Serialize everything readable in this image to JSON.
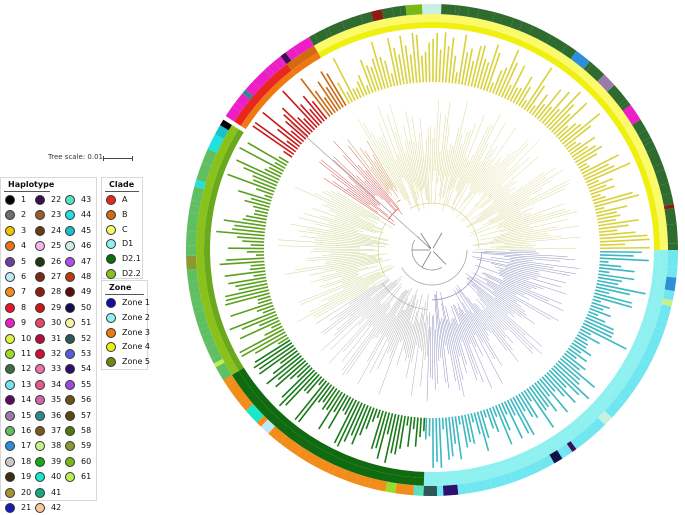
{
  "scale": {
    "label": "Tree scale: 0.01"
  },
  "haplotype_legend": {
    "title": "Haplotype",
    "items": [
      {
        "label": "1",
        "color": "#000000"
      },
      {
        "label": "2",
        "color": "#6e6e6e"
      },
      {
        "label": "3",
        "color": "#f2c200"
      },
      {
        "label": "4",
        "color": "#e8731c"
      },
      {
        "label": "5",
        "color": "#6a3fa0"
      },
      {
        "label": "6",
        "color": "#bfe8f5"
      },
      {
        "label": "7",
        "color": "#f28c1b"
      },
      {
        "label": "8",
        "color": "#e8162b"
      },
      {
        "label": "9",
        "color": "#ec1ec8"
      },
      {
        "label": "10",
        "color": "#d7f542"
      },
      {
        "label": "11",
        "color": "#9bdc2a"
      },
      {
        "label": "12",
        "color": "#3c6e3c"
      },
      {
        "label": "13",
        "color": "#6fe6f0"
      },
      {
        "label": "14",
        "color": "#5b0d5b"
      },
      {
        "label": "15",
        "color": "#9a7aa8"
      },
      {
        "label": "16",
        "color": "#5fbf62"
      },
      {
        "label": "17",
        "color": "#2e8fd8"
      },
      {
        "label": "18",
        "color": "#c8c8c8"
      },
      {
        "label": "19",
        "color": "#3d2e12"
      },
      {
        "label": "20",
        "color": "#a8922a"
      },
      {
        "label": "21",
        "color": "#1a1ab8"
      },
      {
        "label": "22",
        "color": "#3a0d54"
      },
      {
        "label": "23",
        "color": "#9a5e2c"
      },
      {
        "label": "24",
        "color": "#6a3c12"
      },
      {
        "label": "25",
        "color": "#f5b5ee"
      },
      {
        "label": "26",
        "color": "#1e3a16"
      },
      {
        "label": "27",
        "color": "#7a2a12"
      },
      {
        "label": "28",
        "color": "#8c1c14"
      },
      {
        "label": "29",
        "color": "#c81818"
      },
      {
        "label": "30",
        "color": "#e8466a"
      },
      {
        "label": "31",
        "color": "#b01040"
      },
      {
        "label": "32",
        "color": "#d0103a"
      },
      {
        "label": "33",
        "color": "#f070a8"
      },
      {
        "label": "34",
        "color": "#e85a8c"
      },
      {
        "label": "35",
        "color": "#c86aa8"
      },
      {
        "label": "36",
        "color": "#2c8a8c"
      },
      {
        "label": "37",
        "color": "#7a5a18"
      },
      {
        "label": "38",
        "color": "#c8f08a"
      },
      {
        "label": "39",
        "color": "#18a818"
      },
      {
        "label": "40",
        "color": "#18e8c8"
      },
      {
        "label": "41",
        "color": "#18a880"
      },
      {
        "label": "42",
        "color": "#f5c89a"
      },
      {
        "label": "43",
        "color": "#5ae0c0"
      },
      {
        "label": "44",
        "color": "#20e0e0"
      },
      {
        "label": "45",
        "color": "#18c0c8"
      },
      {
        "label": "46",
        "color": "#c8f0e0"
      },
      {
        "label": "47",
        "color": "#b050e8"
      },
      {
        "label": "48",
        "color": "#b83c10"
      },
      {
        "label": "49",
        "color": "#5a0e0e"
      },
      {
        "label": "50",
        "color": "#10104a"
      },
      {
        "label": "51",
        "color": "#f5f5a0"
      },
      {
        "label": "52",
        "color": "#2e5858"
      },
      {
        "label": "53",
        "color": "#5a5ae0"
      },
      {
        "label": "54",
        "color": "#2a1070"
      },
      {
        "label": "55",
        "color": "#9a4ae0"
      },
      {
        "label": "56",
        "color": "#6a5218"
      },
      {
        "label": "57",
        "color": "#5a4a10"
      },
      {
        "label": "58",
        "color": "#4a7a10"
      },
      {
        "label": "59",
        "color": "#8a9a30"
      },
      {
        "label": "60",
        "color": "#7ab81a"
      },
      {
        "label": "61",
        "color": "#b8f050"
      }
    ]
  },
  "clade_legend": {
    "title": "Clade",
    "items": [
      {
        "label": "A",
        "color": "#e8281c"
      },
      {
        "label": "B",
        "color": "#d46a10"
      },
      {
        "label": "C",
        "color": "#fafa6a"
      },
      {
        "label": "D1",
        "color": "#8ff0f0"
      },
      {
        "label": "D2.1",
        "color": "#106a10"
      },
      {
        "label": "D2.2",
        "color": "#8ac21c"
      }
    ]
  },
  "zone_legend": {
    "title": "Zone",
    "items": [
      {
        "label": "Zone 1",
        "color": "#1010a0"
      },
      {
        "label": "Zone 2",
        "color": "#8ff0f0"
      },
      {
        "label": "Zone 3",
        "color": "#f07810"
      },
      {
        "label": "Zone 4",
        "color": "#f0f010"
      },
      {
        "label": "Zone 5",
        "color": "#6a8a10"
      }
    ]
  }
}
